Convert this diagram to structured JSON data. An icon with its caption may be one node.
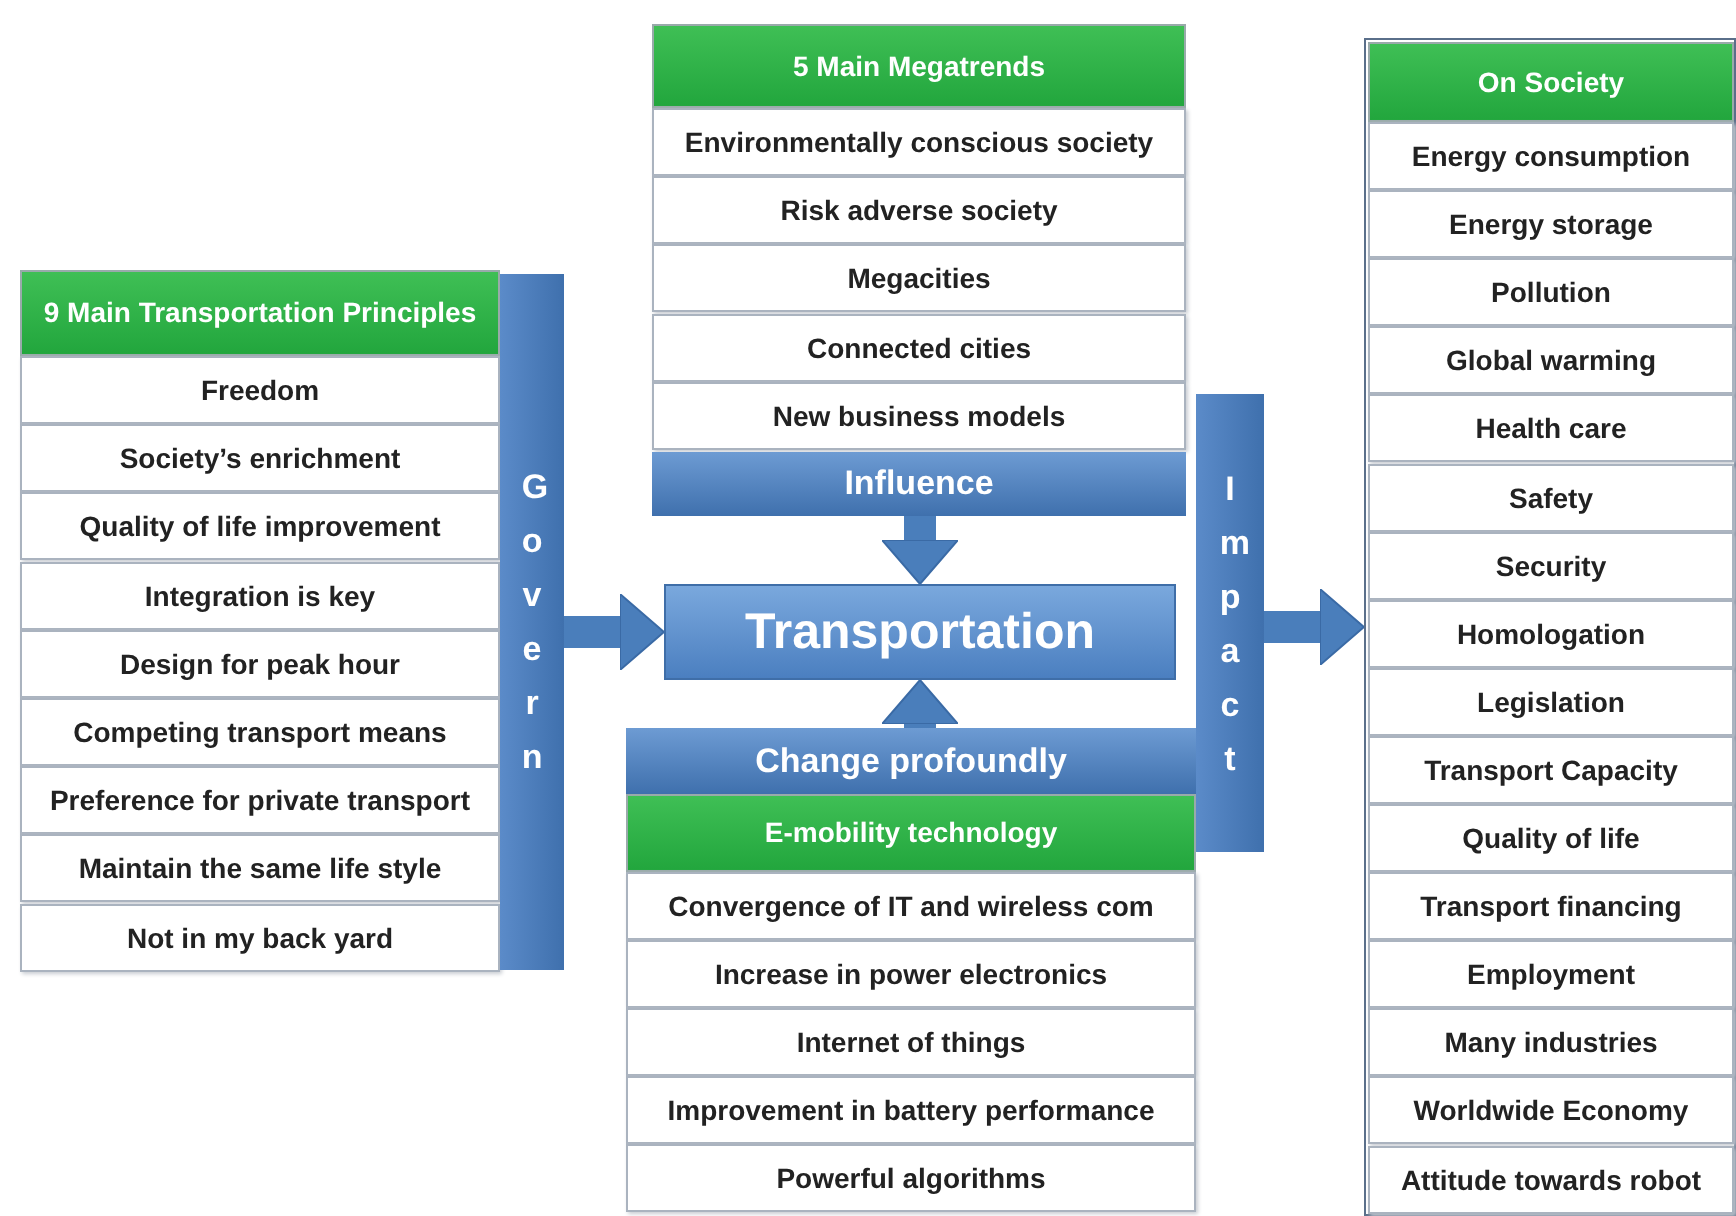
{
  "diagram": {
    "nodes": [
      {
        "text": [
          "9 Main Transportation Principles"
        ]
      },
      {
        "text": [
          "Freedom"
        ]
      },
      {
        "text": [
          "Society’s enrichment"
        ]
      },
      {
        "text": [
          "Quality of life improvement"
        ]
      },
      {
        "text": [
          "Integration is key"
        ]
      },
      {
        "text": [
          "Design for peak hour"
        ]
      },
      {
        "text": [
          "Competing transport means"
        ]
      },
      {
        "text": [
          "Preference for private transport"
        ]
      },
      {
        "text": [
          "Maintain the same life style"
        ]
      },
      {
        "text": [
          "Not in my back yard"
        ]
      },
      {
        "text": [
          "Govern"
        ]
      },
      {
        "text": [
          "5 Main Megatrends"
        ]
      },
      {
        "text": [
          "Environmentally conscious society"
        ]
      },
      {
        "text": [
          "Risk adverse society"
        ]
      },
      {
        "text": [
          "Megacities"
        ]
      },
      {
        "text": [
          "Connected cities"
        ]
      },
      {
        "text": [
          "New business models"
        ]
      },
      {
        "text": [
          "Influence"
        ]
      },
      {
        "text": [
          "Transportation"
        ]
      },
      {
        "text": [
          "Change profoundly"
        ]
      },
      {
        "text": [
          "E-mobility technology"
        ]
      },
      {
        "text": [
          "Convergence of IT and wireless com"
        ]
      },
      {
        "text": [
          "Increase in power electronics"
        ]
      },
      {
        "text": [
          "Internet of things"
        ]
      },
      {
        "text": [
          "Improvement in battery performance"
        ]
      },
      {
        "text": [
          "Powerful algorithms"
        ]
      },
      {
        "text": [
          "Impact"
        ]
      },
      {
        "text": [],
        "shape": "box"
      },
      {
        "text": [
          "On Society"
        ],
        "in": 27
      },
      {
        "text": [
          "Energy consumption"
        ],
        "in": 27
      },
      {
        "text": [
          "Energy storage"
        ],
        "in": 27
      },
      {
        "text": [
          "Pollution"
        ],
        "in": 27
      },
      {
        "text": [
          "Global warming"
        ],
        "in": 27
      },
      {
        "text": [
          "Health care"
        ],
        "in": 27
      },
      {
        "text": [
          "Safety"
        ],
        "in": 27
      },
      {
        "text": [
          "Security"
        ],
        "in": 27
      },
      {
        "text": [
          "Homologation"
        ],
        "in": 27
      },
      {
        "text": [
          "Legislation"
        ],
        "in": 27
      },
      {
        "text": [
          "Transport Capacity"
        ],
        "in": 27
      },
      {
        "text": [
          "Quality of life"
        ],
        "in": 27
      },
      {
        "text": [
          "Transport financing"
        ],
        "in": 27
      },
      {
        "text": [
          "Employment"
        ],
        "in": 27
      },
      {
        "text": [
          "Many industries"
        ],
        "in": 27
      },
      {
        "text": [
          "Worldwide Economy"
        ],
        "in": 27
      },
      {
        "text": [
          "Attitude towards robot"
        ],
        "in": 27
      }
    ],
    "edges": [
      {
        "from": 10,
        "to": 18,
        "arrow": "to"
      },
      {
        "from": 17,
        "to": 18,
        "arrow": "to"
      },
      {
        "from": 19,
        "to": 18,
        "arrow": "to"
      },
      {
        "from": 26,
        "to": 27,
        "arrow": "to"
      }
    ]
  }
}
